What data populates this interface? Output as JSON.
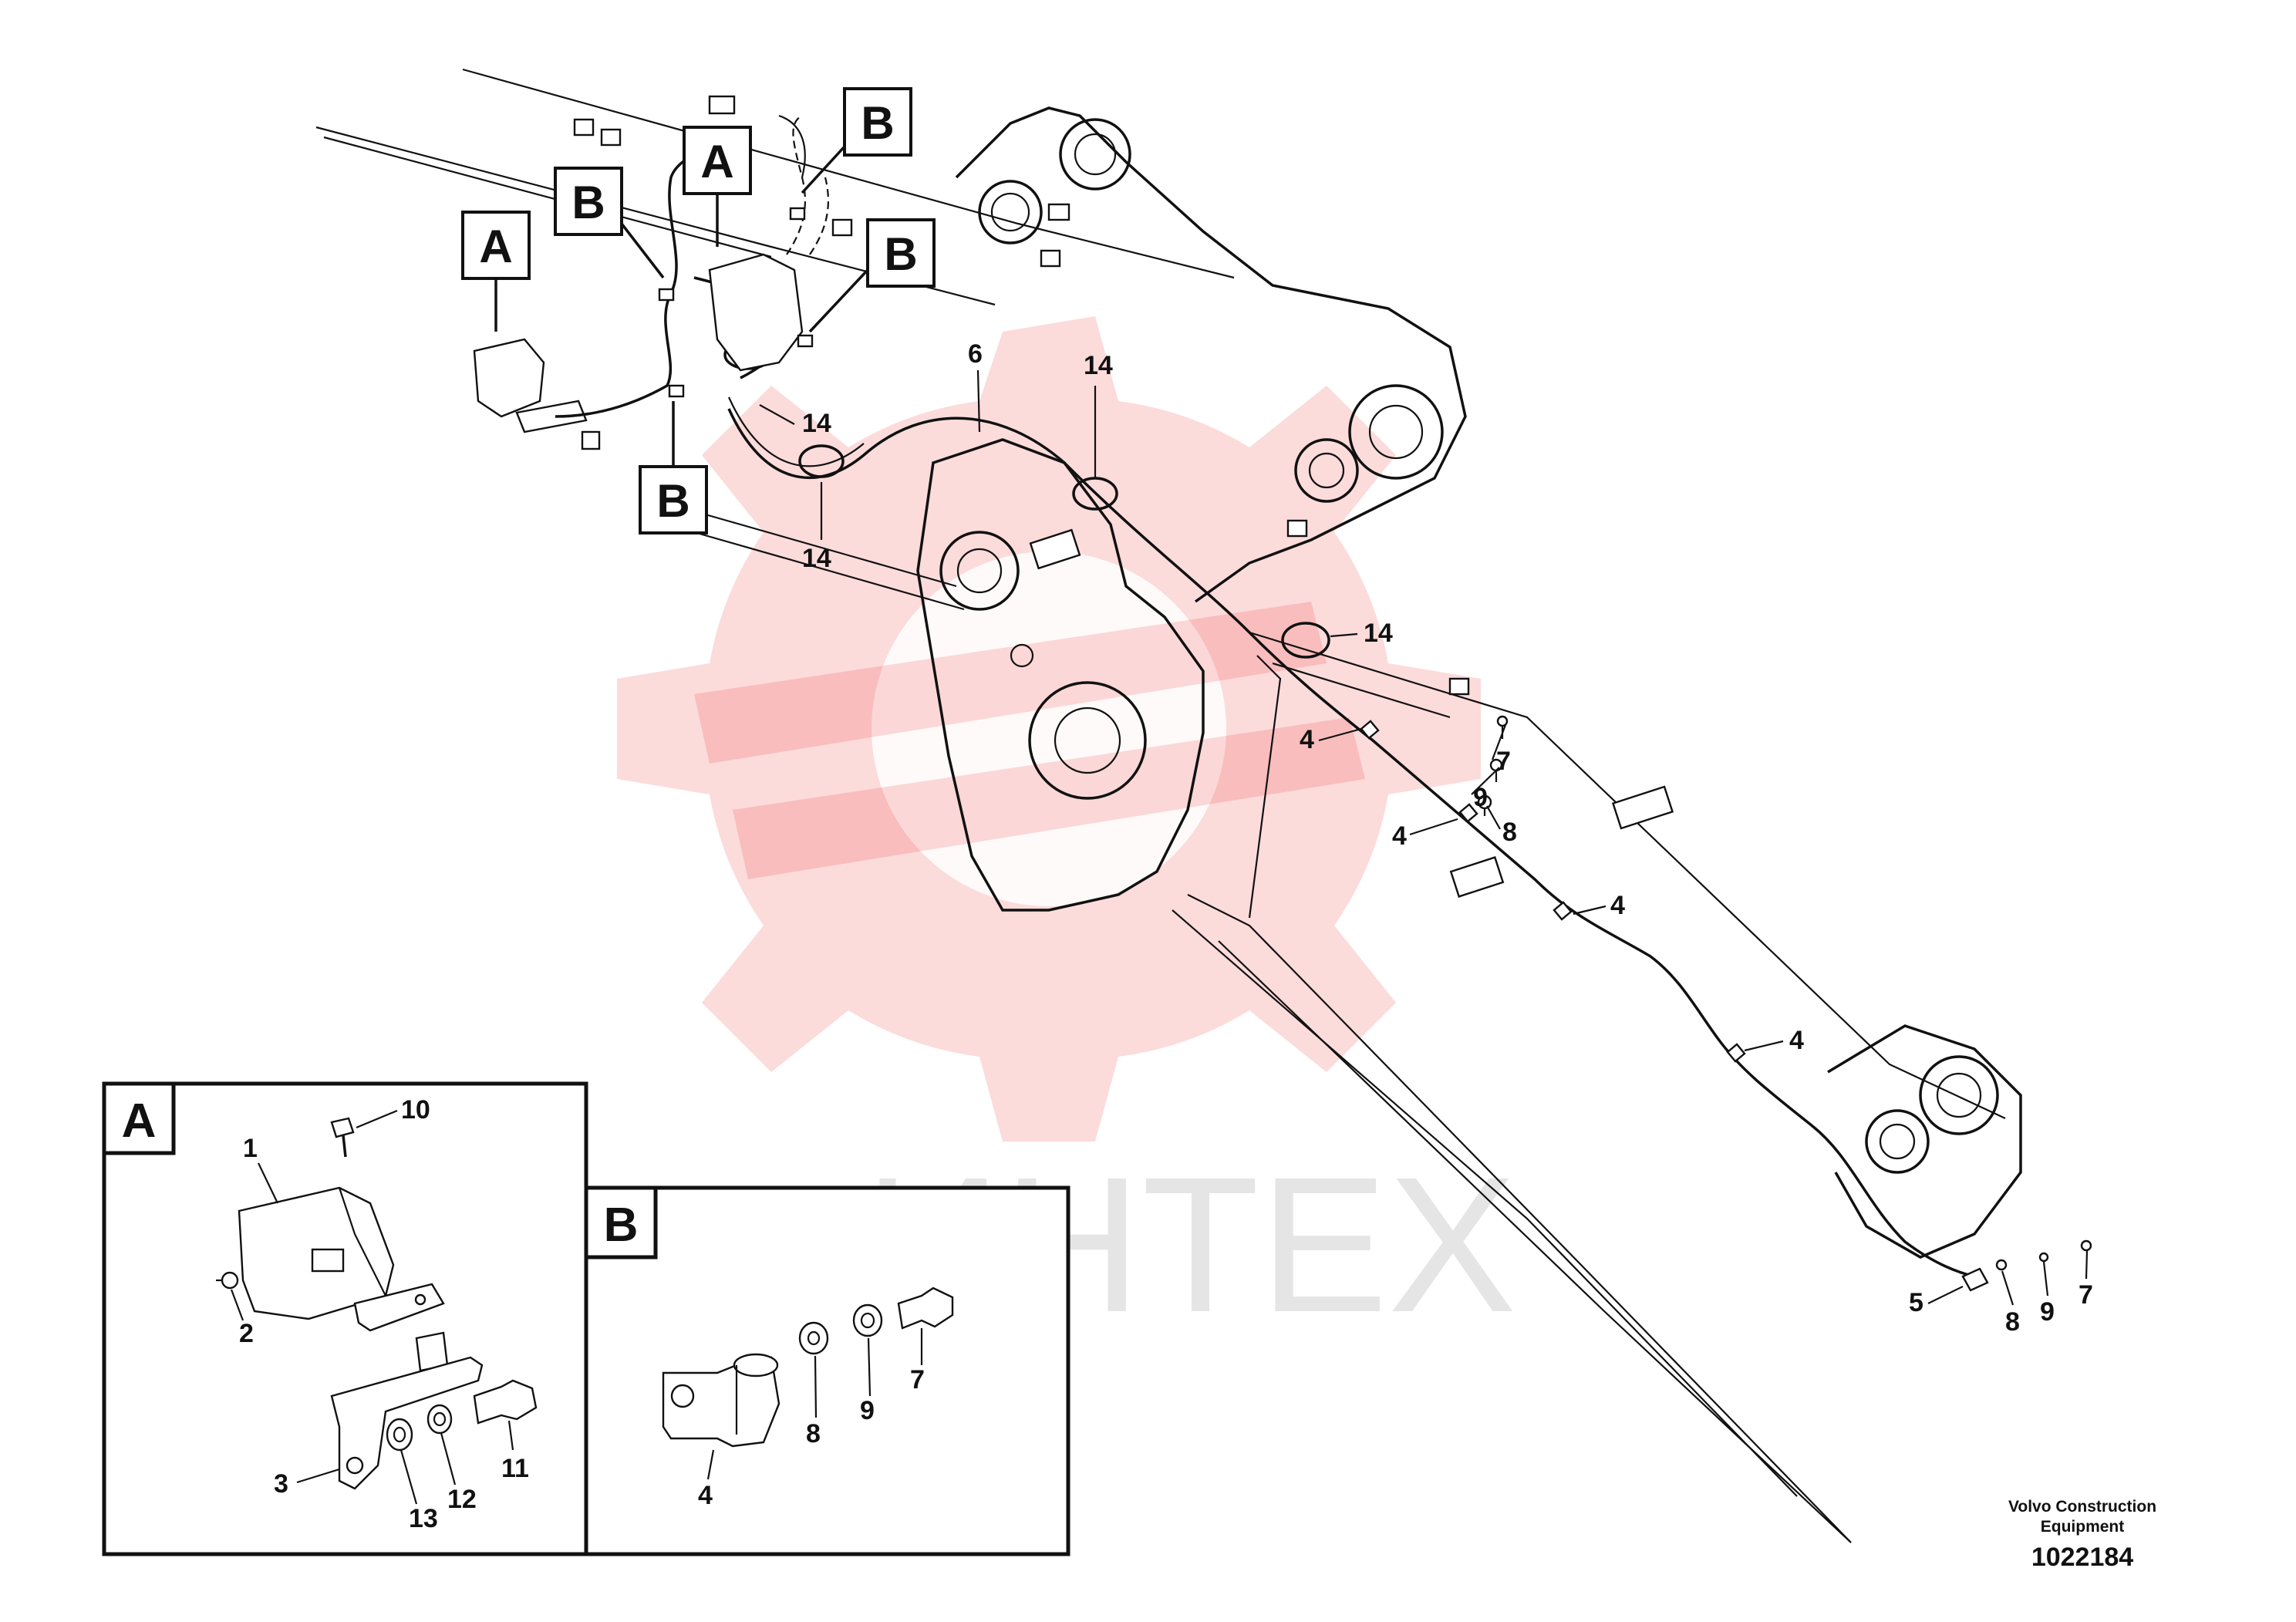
{
  "watermark": {
    "text": "ИНТЕХ",
    "color": "#ee3a3a"
  },
  "view_labels": {
    "a": "A",
    "b": "B"
  },
  "callouts": {
    "c1": "1",
    "c2": "2",
    "c3": "3",
    "c4": "4",
    "c5": "5",
    "c6": "6",
    "c7": "7",
    "c8": "8",
    "c9": "9",
    "c10": "10",
    "c11": "11",
    "c12": "12",
    "c13": "13",
    "c14": "14"
  },
  "footer": {
    "company_line1": "Volvo Construction",
    "company_line2": "Equipment",
    "drawing_number": "1022184"
  }
}
